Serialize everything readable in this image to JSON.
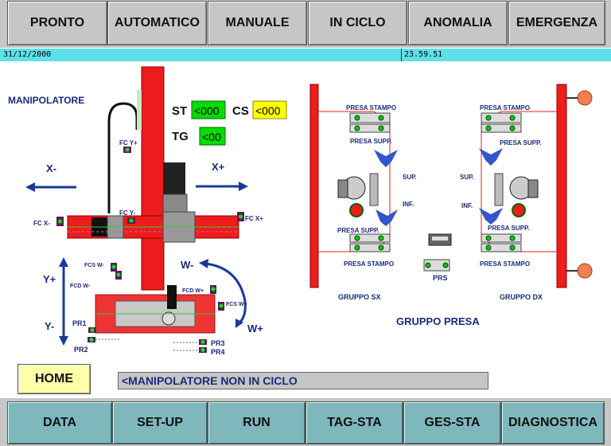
{
  "top_buttons": [
    "PRONTO",
    "AUTOMATICO",
    "MANUALE",
    "IN CICLO",
    "ANOMALIA",
    "EMERGENZA"
  ],
  "status": {
    "date": "31/12/2000",
    "time": "23.59.51"
  },
  "manipolatore": {
    "title": "MANIPOLATORE",
    "st_label": "ST",
    "st_value": "<000",
    "cs_label": "CS",
    "cs_value": "<000",
    "tg_label": "TG",
    "tg_value": "<00",
    "axis_x_minus": "X-",
    "axis_x_plus": "X+",
    "axis_y_plus": "Y+",
    "axis_y_minus": "Y-",
    "axis_w_minus": "W-",
    "axis_w_plus": "W+",
    "sensors": {
      "fc_y_plus": "FC Y+",
      "fc_y_minus": "FC Y-",
      "fc_x_minus": "FC X-",
      "fc_x_plus": "FC X+",
      "fcs_w_minus": "FCS W-",
      "fcd_w_minus": "FCD W-",
      "fcd_w_plus": "FCD W+",
      "fcs_w_plus": "FCS W+",
      "pr1": "PR1",
      "pr2": "PR2",
      "pr3": "PR3",
      "pr4": "PR4"
    }
  },
  "gruppo_presa": {
    "title": "GRUPPO PRESA",
    "sx_label": "GRUPPO SX",
    "dx_label": "GRUPPO DX",
    "presa_stampo": "PRESA STAMPO",
    "presa_supp": "PRESA SUPP.",
    "sup": "SUP.",
    "inf": "INF.",
    "prs": "PRS"
  },
  "home_label": "HOME",
  "message": "<MANIPOLATORE NON IN CICLO",
  "bottom_buttons": [
    "DATA",
    "SET-UP",
    "RUN",
    "TAG-STA",
    "GES-STA",
    "DIAGNOSTICA"
  ],
  "colors": {
    "status_bar": "#5fe0e8",
    "frame_red": "#ee1c1c",
    "indicator_green": "#00dd00",
    "indicator_yellow": "#ffff00",
    "label_navy": "#1a2a7a",
    "nav_teal": "#7fb8bc"
  }
}
